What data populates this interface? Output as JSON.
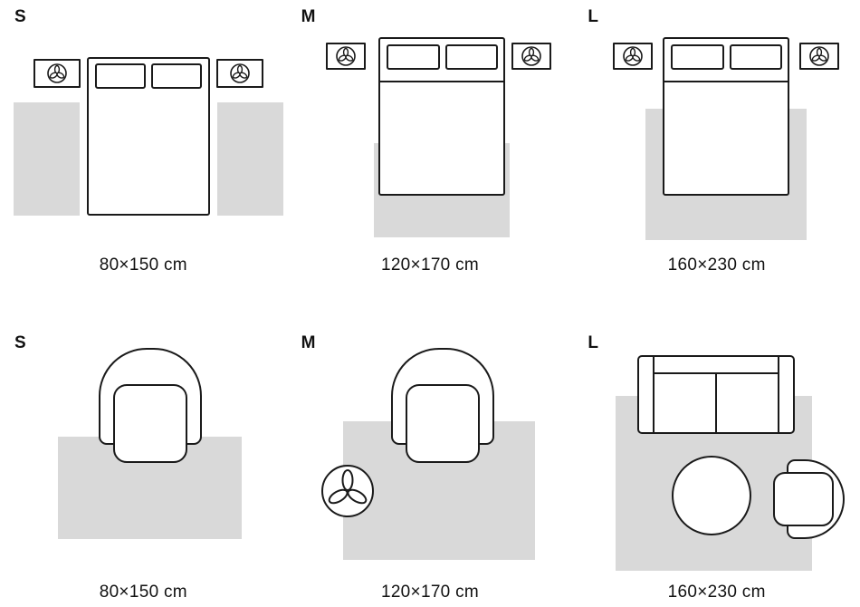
{
  "colors": {
    "rug_fill": "#d9d9d9",
    "outline": "#1a1a1a",
    "text": "#111111",
    "background": "#ffffff"
  },
  "rows": [
    {
      "name": "bedroom-layouts",
      "panels": [
        {
          "label": "S",
          "caption": "80×150 cm"
        },
        {
          "label": "M",
          "caption": "120×170 cm"
        },
        {
          "label": "L",
          "caption": "160×230 cm"
        }
      ]
    },
    {
      "name": "living-room-layouts",
      "panels": [
        {
          "label": "S",
          "caption": "80×150 cm"
        },
        {
          "label": "M",
          "caption": "120×170 cm"
        },
        {
          "label": "L",
          "caption": "160×230 cm"
        }
      ]
    }
  ]
}
